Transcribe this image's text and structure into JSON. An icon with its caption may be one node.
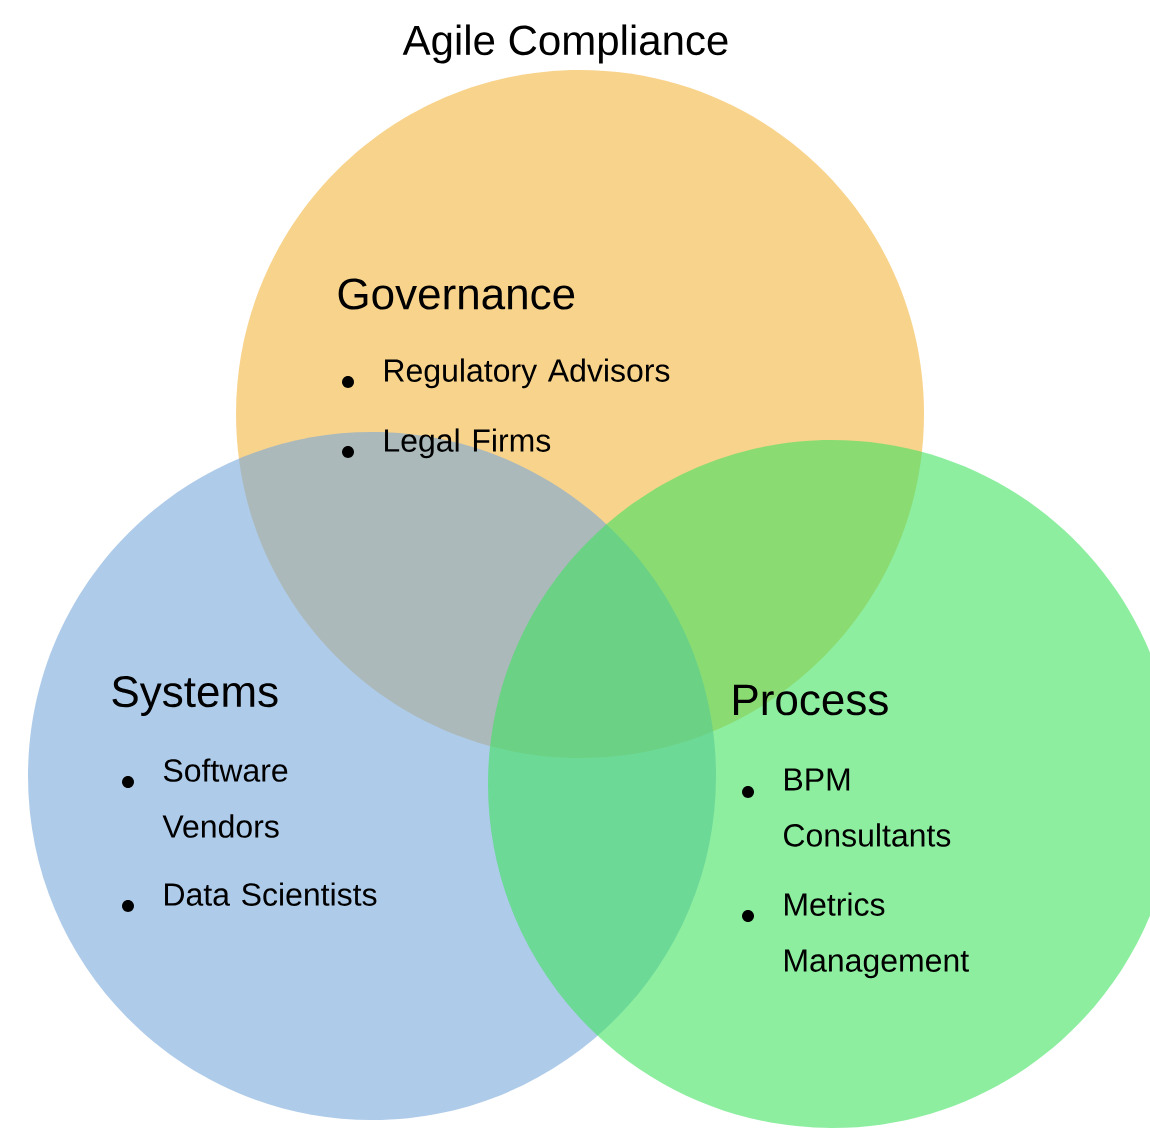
{
  "diagram": {
    "title": "Agile Compliance",
    "nodes": [
      {
        "text": [
          "Governance",
          "Regulatory Advisors",
          "Legal Firms"
        ]
      },
      {
        "text": [
          "Systems",
          "Software Vendors",
          "Data Scientists"
        ]
      },
      {
        "text": [
          "Process",
          "BPM Consultants",
          "Metrics Management"
        ]
      }
    ]
  }
}
